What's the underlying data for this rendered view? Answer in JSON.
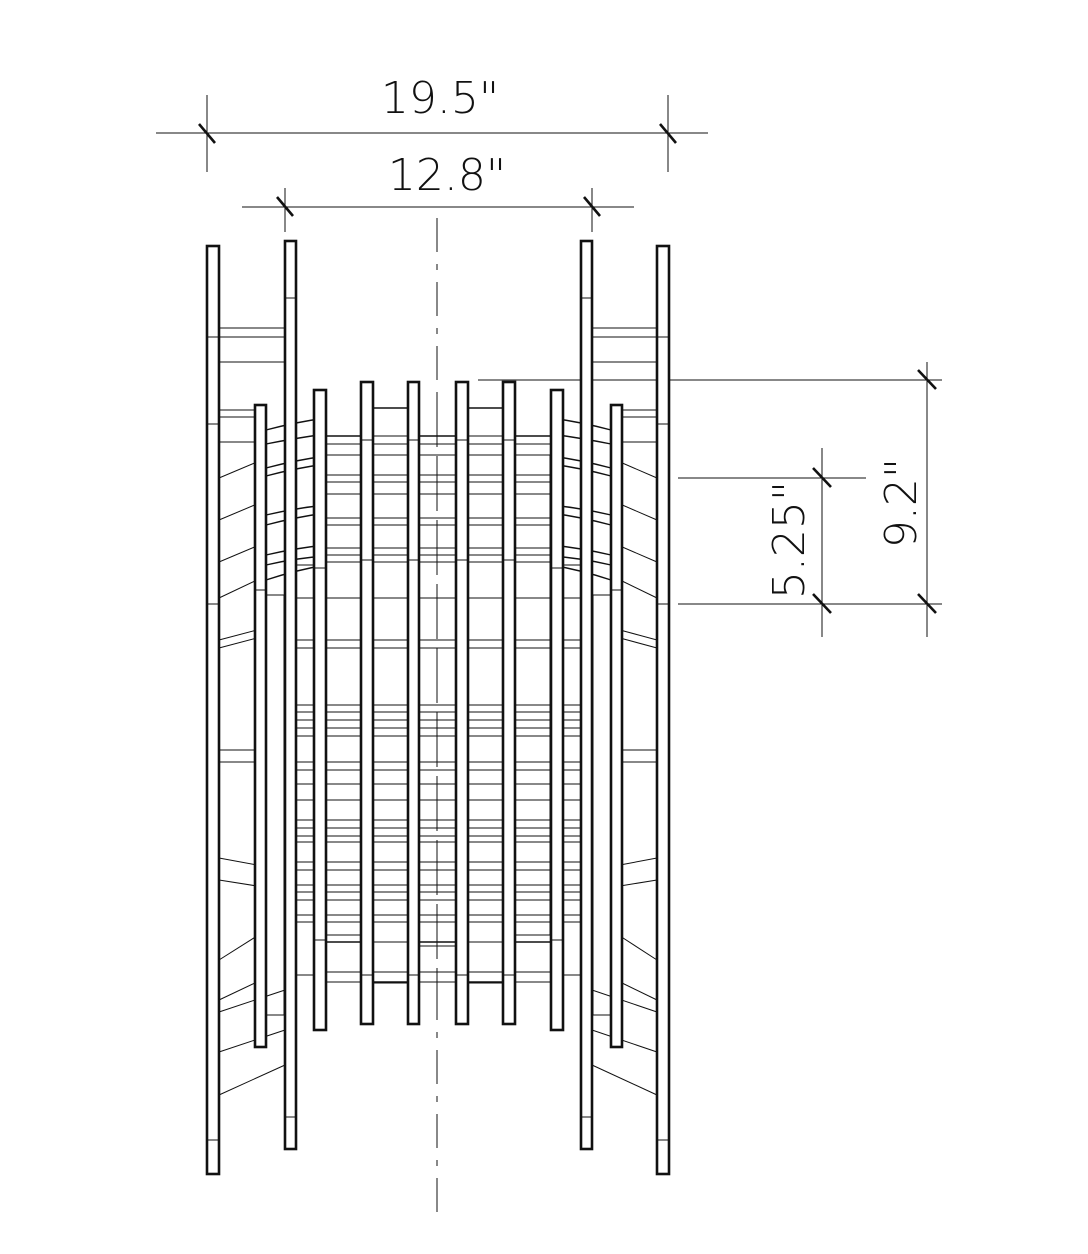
{
  "dimensions": {
    "overall_width": "19.5\"",
    "inner_width": "12.8\"",
    "module_height": "5.25\"",
    "panel_height": "9.2\""
  },
  "colors": {
    "line": "#111111",
    "background": "#ffffff"
  }
}
